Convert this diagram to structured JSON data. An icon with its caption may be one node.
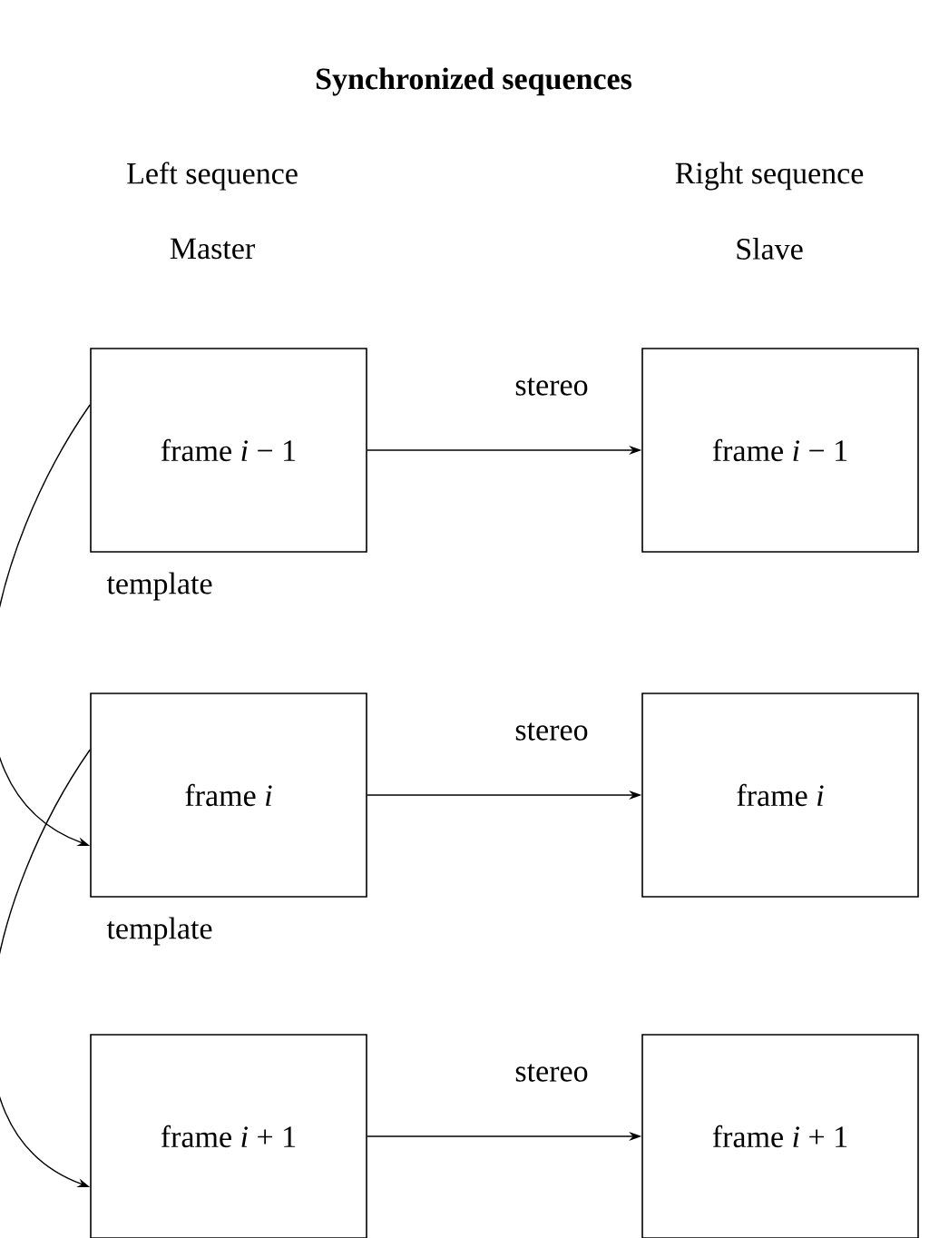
{
  "diagram": {
    "title": "Synchronized sequences",
    "nodes": [
      {
        "text": [
          "frame *i* − 1"
        ]
      },
      {
        "text": [
          "frame *i* − 1"
        ]
      },
      {
        "text": [
          "frame *i*"
        ]
      },
      {
        "text": [
          "frame *i*"
        ]
      },
      {
        "text": [
          "frame *i* + 1"
        ]
      },
      {
        "text": [
          "frame *i* + 1"
        ]
      }
    ],
    "edges": [
      {
        "from": 0,
        "to": 1,
        "arrow": "to",
        "label": "stereo"
      },
      {
        "from": 0,
        "to": 2,
        "arrow": "to",
        "label": "template"
      },
      {
        "from": 2,
        "to": 3,
        "arrow": "to",
        "label": "stereo"
      },
      {
        "from": 2,
        "to": 4,
        "arrow": "to",
        "label": "template"
      },
      {
        "from": 4,
        "to": 5,
        "arrow": "to",
        "label": "stereo"
      }
    ],
    "labels": [
      "Left sequence",
      "Right sequence",
      "Master",
      "Slave"
    ]
  }
}
